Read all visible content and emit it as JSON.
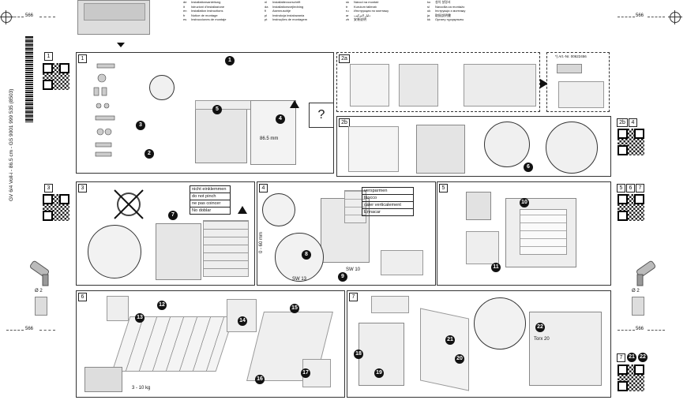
{
  "margin_marks": {
    "top_left": "566",
    "top_right": "566",
    "bottom_left": "566",
    "bottom_right": "566"
  },
  "side_text": "GV 6/4 Voll-i - 86.5 cm - GS   9001 999 535 (8503)",
  "languages": [
    {
      "code": "de",
      "text": "Installationsanleitung"
    },
    {
      "code": "it",
      "text": "Istruzioni d'installazione"
    },
    {
      "code": "en",
      "text": "Installation instructions"
    },
    {
      "code": "fr",
      "text": "Notice de montage"
    },
    {
      "code": "es",
      "text": "Instrucciones de montaje"
    },
    {
      "code": "nl",
      "text": "Installatievoorschrift"
    },
    {
      "code": "da",
      "text": "Installationsvejledning"
    },
    {
      "code": "fi",
      "text": "Asennusohje"
    },
    {
      "code": "pl",
      "text": "Instrukcja instalowania"
    },
    {
      "code": "pt",
      "text": "Instruções de montagem"
    },
    {
      "code": "sk",
      "text": "Návod na montáž"
    },
    {
      "code": "tr",
      "text": "Kurulum talimatı"
    },
    {
      "code": "ru",
      "text": "Инструкция по монтажу"
    },
    {
      "code": "ar",
      "text": "دليل التركيب"
    },
    {
      "code": "zh",
      "text": "安装说明"
    },
    {
      "code": "ko",
      "text": "설치 설명서"
    },
    {
      "code": "sl",
      "text": "Navodila za montažo"
    },
    {
      "code": "uk",
      "text": "Інструкція з монтажу"
    },
    {
      "code": "ja",
      "text": "取扱説明書"
    },
    {
      "code": "kk",
      "text": "Орнату нұсқаулығы"
    }
  ],
  "panels": {
    "p1": "1",
    "p2a": "2a",
    "p2b": "2b",
    "p3": "3",
    "p4": "4",
    "p5": "5",
    "p6": "6",
    "p7": "7",
    "q1": "1",
    "q2b": "2b",
    "q4": "4",
    "q3": "3",
    "q5": "5",
    "q6": "6",
    "q7a": "7",
    "q7b": "7"
  },
  "warning_lines": [
    "nicht einklemmen",
    "do not pinch",
    "ne pas coincer",
    "No doblar"
  ],
  "p4_labels": [
    "versparmen",
    "blocco",
    "caler verticalement",
    "Ennacar"
  ],
  "art_no": "*) Art.-Nr. 00622456",
  "dims": {
    "d1": "86.5 mm",
    "d2": "0 - 60 mm",
    "sw13": "SW 13",
    "sw10": "SW 10",
    "w": "3 - 10 kg",
    "a1": "Ø 2",
    "a2": "Ø 2",
    "t": "Torx 20"
  },
  "steps": [
    "1",
    "2",
    "3",
    "4",
    "5",
    "6",
    "7",
    "8",
    "9",
    "10",
    "11",
    "12",
    "13",
    "14",
    "15",
    "16",
    "17",
    "18",
    "19",
    "20",
    "21",
    "22"
  ]
}
